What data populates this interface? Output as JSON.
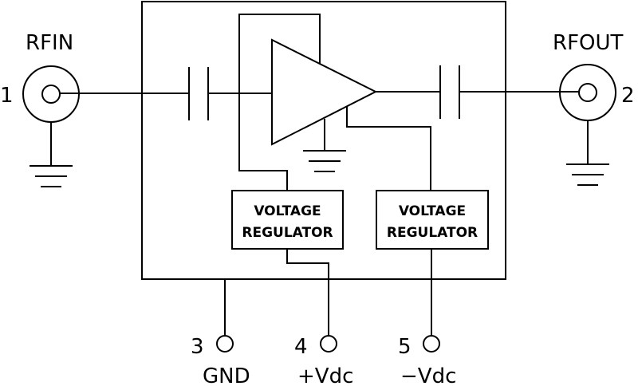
{
  "ports": {
    "rf_in": {
      "number": "1",
      "label": "RFIN"
    },
    "rf_out": {
      "number": "2",
      "label": "RFOUT"
    }
  },
  "pins": [
    {
      "number": "3",
      "label": "GND"
    },
    {
      "number": "4",
      "label": "+Vdc"
    },
    {
      "number": "5",
      "label": "−Vdc"
    }
  ],
  "blocks": {
    "regulator_pos": {
      "line1": "VOLTAGE",
      "line2": "REGULATOR"
    },
    "regulator_neg": {
      "line1": "VOLTAGE",
      "line2": "REGULATOR"
    }
  },
  "components": {
    "amplifier": "amplifier-triangle",
    "input_capacitor": "dc-block-capacitor",
    "output_capacitor": "dc-block-capacitor"
  }
}
